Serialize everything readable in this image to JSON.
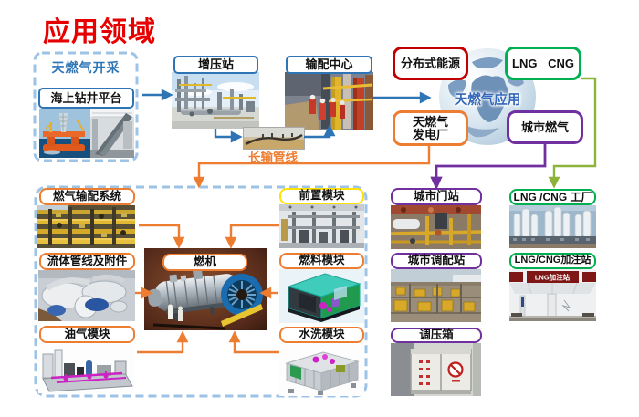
{
  "title": "应用领域",
  "colors": {
    "title_red": "#E60000",
    "blue": "#2E75B6",
    "dashed_light_blue": "#9DC3E6",
    "orange": "#ED7D31",
    "red": "#C00000",
    "green": "#00B050",
    "green_arrow": "#8DB33A",
    "purple": "#7030A0",
    "yellow": "#FFE10A"
  },
  "extraction": {
    "group_label": "天燃气开采",
    "platform_label": "海上钻井平台"
  },
  "supply_chain": {
    "booster_station": "增压站",
    "distribution_center": "输配中心",
    "long_pipeline": "长输管线"
  },
  "hub": {
    "globe_label": "天燃气应用",
    "distributed_energy": "分布式能源",
    "lng_cng": "LNG CNG",
    "power_plant_line1": "天燃气",
    "power_plant_line2": "发电厂",
    "city_gas": "城市燃气"
  },
  "turbine_system": {
    "gas_distribution": "燃气输配系统",
    "fluid_piping": "流体管线及附件",
    "oil_gas_module": "油气模块",
    "gas_turbine": "燃机",
    "front_module": "前置模块",
    "fuel_module": "燃料模块",
    "water_wash_module": "水洗模块"
  },
  "city_gas_chain": {
    "gate_station": "城市门站",
    "dispatch_station": "城市调配站",
    "regulator_box": "调压箱"
  },
  "lng_chain": {
    "factory": "LNG /CNG 工厂",
    "filling_station": "LNG/CNG加注站",
    "station_sign": "LNG加注站"
  }
}
